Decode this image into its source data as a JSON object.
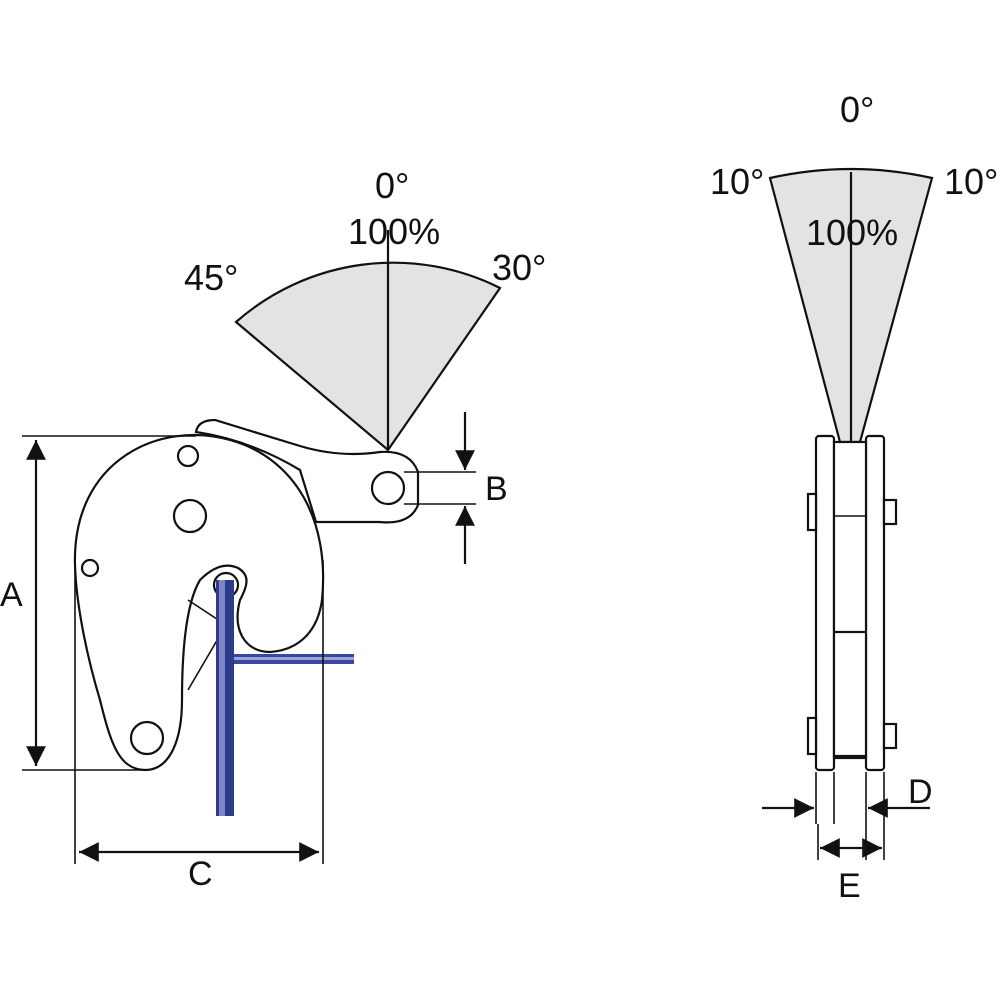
{
  "side_view": {
    "angle_top": "0°",
    "capacity_top": "100%",
    "angle_left": "45°",
    "angle_right": "30°",
    "dim_a": "A",
    "dim_b": "B",
    "dim_c": "C"
  },
  "front_view": {
    "angle_top": "0°",
    "angle_left": "10°",
    "angle_right": "10°",
    "capacity": "100%",
    "dim_d": "D",
    "dim_e": "E"
  },
  "colors": {
    "sector_fill": "#e3e3e3",
    "plate_color": "#2e3a8c"
  }
}
